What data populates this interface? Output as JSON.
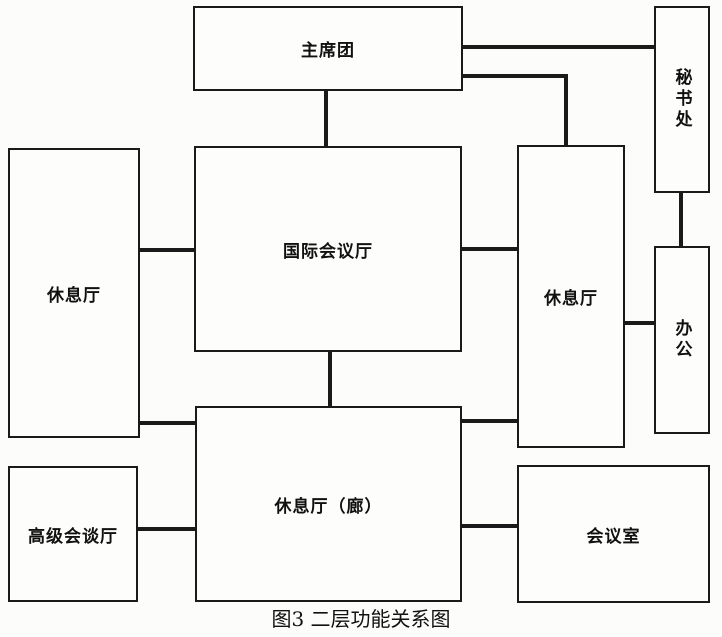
{
  "diagram": {
    "nodes": {
      "presidium": "主席团",
      "secretariat": "秘书处",
      "main_hall": "国际会议厅",
      "lounge_left": "休息厅",
      "lounge_right": "休息厅",
      "office": "办公",
      "lounge_corridor": "休息厅（廊）",
      "vip_talk_hall": "高级会谈厅",
      "meeting_room": "会议室"
    },
    "edges": [
      [
        "presidium",
        "main_hall"
      ],
      [
        "presidium",
        "secretariat"
      ],
      [
        "presidium",
        "lounge_right"
      ],
      [
        "secretariat",
        "office"
      ],
      [
        "lounge_left",
        "main_hall"
      ],
      [
        "main_hall",
        "lounge_right"
      ],
      [
        "lounge_right",
        "office"
      ],
      [
        "main_hall",
        "lounge_corridor"
      ],
      [
        "lounge_left",
        "lounge_corridor"
      ],
      [
        "lounge_corridor",
        "lounge_right"
      ],
      [
        "vip_talk_hall",
        "lounge_corridor"
      ],
      [
        "lounge_corridor",
        "meeting_room"
      ]
    ]
  },
  "caption": "图3  二层功能关系图"
}
